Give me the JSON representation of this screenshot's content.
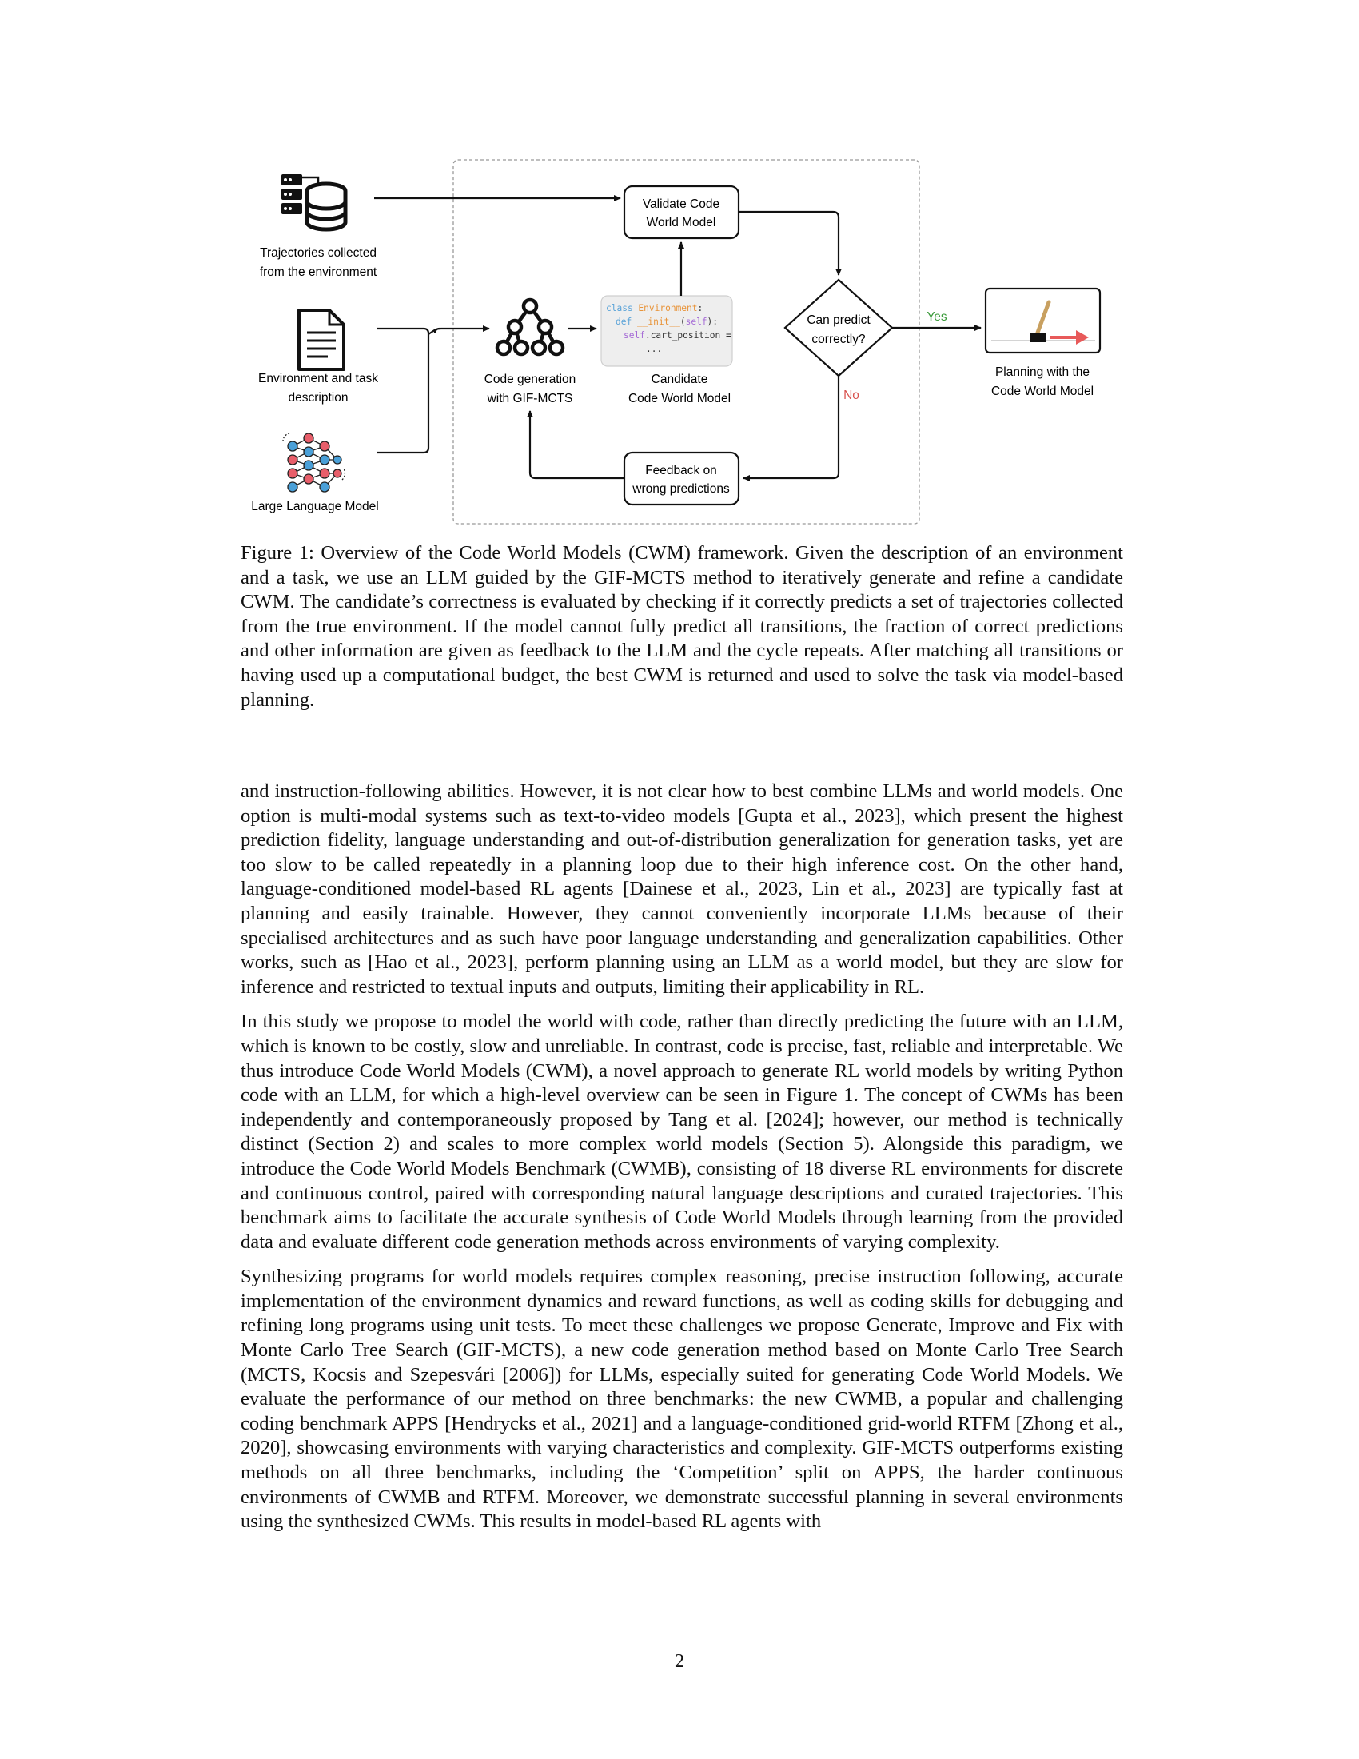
{
  "figure": {
    "label_trajectories_1": "Trajectories collected",
    "label_trajectories_2": "from the environment",
    "label_env_1": "Environment and task",
    "label_env_2": "description",
    "label_llm": "Large Language Model",
    "label_codegen_1": "Code generation",
    "label_codegen_2": "with GIF-MCTS",
    "label_candidate_1": "Candidate",
    "label_candidate_2": "Code World Model",
    "label_validate_1": "Validate Code",
    "label_validate_2": "World Model",
    "label_feedback_1": "Feedback on",
    "label_feedback_2": "wrong predictions",
    "label_decision_1": "Can predict",
    "label_decision_2": "correctly?",
    "label_yes": "Yes",
    "label_no": "No",
    "label_planning_1": "Planning with the",
    "label_planning_2": "Code World Model",
    "code": {
      "kw_class": "class ",
      "class_name": "Environment",
      "colon": ":",
      "kw_def": "def ",
      "fn_name": "__init__",
      "paren_open": "(",
      "self_arg": "self",
      "paren_close": "):",
      "self_attr": "self",
      "attr_rest": ".cart_position =",
      "ellipsis": "..."
    },
    "colors": {
      "yes": "#3a9a3a",
      "no": "#d9534f",
      "code_keyword": "#5aa3d8",
      "code_class": "#e8943a",
      "code_self": "#a56bd6",
      "arrow_red": "#e85a5a",
      "pole": "#c8a060",
      "node_red": "#e85e6a",
      "node_blue": "#4aa0d8"
    }
  },
  "caption": "Figure 1: Overview of the Code World Models (CWM) framework. Given the description of an environment and a task, we use an LLM guided by the GIF-MCTS method to iteratively generate and refine a candidate CWM. The candidate’s correctness is evaluated by checking if it correctly predicts a set of trajectories collected from the true environment. If the model cannot fully predict all transitions, the fraction of correct predictions and other information are given as feedback to the LLM and the cycle repeats. After matching all transitions or having used up a computational budget, the best CWM is returned and used to solve the task via model-based planning.",
  "paragraphs": [
    "and instruction-following abilities. However, it is not clear how to best combine LLMs and world models. One option is multi-modal systems such as text-to-video models [Gupta et al., 2023], which present the highest prediction fidelity, language understanding and out-of-distribution generalization for generation tasks, yet are too slow to be called repeatedly in a planning loop due to their high inference cost. On the other hand, language-conditioned model-based RL agents [Dainese et al., 2023, Lin et al., 2023] are typically fast at planning and easily trainable. However, they cannot conveniently incorporate LLMs because of their specialised architectures and as such have poor language understanding and generalization capabilities. Other works, such as [Hao et al., 2023], perform planning using an LLM as a world model, but they are slow for inference and restricted to textual inputs and outputs, limiting their applicability in RL.",
    "In this study we propose to model the world with code, rather than directly predicting the future with an LLM, which is known to be costly, slow and unreliable. In contrast, code is precise, fast, reliable and interpretable. We thus introduce Code World Models (CWM), a novel approach to generate RL world models by writing Python code with an LLM, for which a high-level overview can be seen in Figure 1. The concept of CWMs has been independently and contemporaneously proposed by Tang et al. [2024]; however, our method is technically distinct (Section 2) and scales to more complex world models (Section 5). Alongside this paradigm, we introduce the Code World Models Benchmark (CWMB), consisting of 18 diverse RL environments for discrete and continuous control, paired with corresponding natural language descriptions and curated trajectories. This benchmark aims to facilitate the accurate synthesis of Code World Models through learning from the provided data and evaluate different code generation methods across environments of varying complexity.",
    "Synthesizing programs for world models requires complex reasoning, precise instruction following, accurate implementation of the environment dynamics and reward functions, as well as coding skills for debugging and refining long programs using unit tests. To meet these challenges we propose Generate, Improve and Fix with Monte Carlo Tree Search (GIF-MCTS), a new code generation method based on Monte Carlo Tree Search (MCTS, Kocsis and Szepesvári [2006]) for LLMs, especially suited for generating Code World Models. We evaluate the performance of our method on three benchmarks: the new CWMB, a popular and challenging coding benchmark APPS [Hendrycks et al., 2021] and a language-conditioned grid-world RTFM [Zhong et al., 2020], showcasing environments with varying characteristics and complexity. GIF-MCTS outperforms existing methods on all three benchmarks, including the ‘Competition’ split on APPS, the harder continuous environments of CWMB and RTFM. Moreover, we demonstrate successful planning in several environments using the synthesized CWMs. This results in model-based RL agents with"
  ],
  "page_number": "2"
}
